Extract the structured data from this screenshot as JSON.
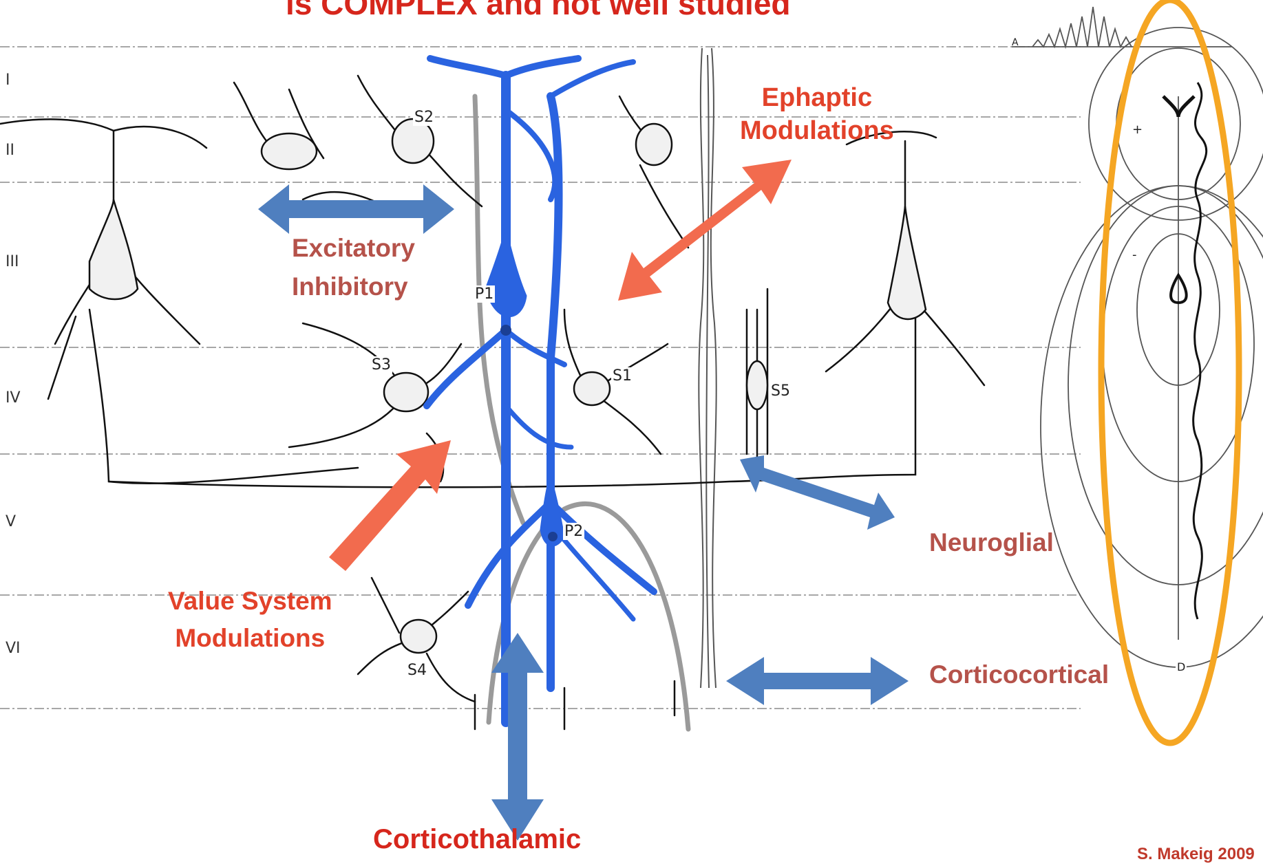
{
  "title": "is COMPLEX and not well studied",
  "layers": [
    "I",
    "II",
    "III",
    "IV",
    "V",
    "VI"
  ],
  "cells": [
    "S2",
    "P1",
    "S3",
    "S1",
    "S5",
    "P2",
    "S4"
  ],
  "labels": {
    "ephaptic": [
      "Ephaptic",
      "Modulations"
    ],
    "excitatory": "Excitatory",
    "inhibitory": "Inhibitory",
    "value_system": [
      "Value System",
      "Modulations"
    ],
    "neuroglial": "Neuroglial",
    "corticocortical": "Corticocortical",
    "corticothalamic": "Corticothalamic"
  },
  "credit": "S. Makeig 2009",
  "field_labels": [
    "+",
    "-",
    "D",
    "A"
  ],
  "colors": {
    "title_red": "#d6261c",
    "label_red": "#c0392b",
    "muted_red": "#b5524a",
    "blue_neuron": "#2a63e0",
    "blue_arrow": "#4f7fbf",
    "orange_arrow": "#f26b4e",
    "orange_ellipse": "#f5a623"
  }
}
